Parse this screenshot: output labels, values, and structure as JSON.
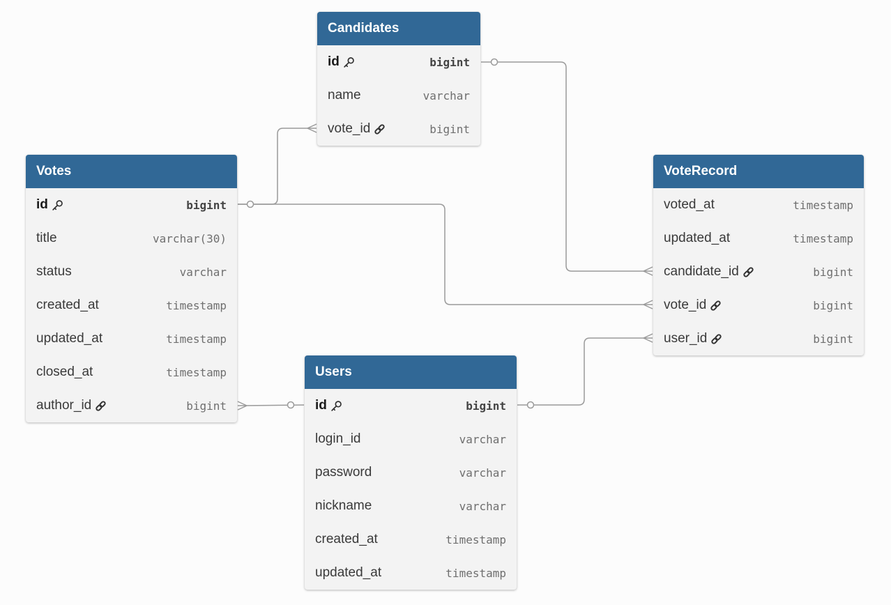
{
  "tables": [
    {
      "id": "candidates",
      "name": "Candidates",
      "fields": [
        {
          "name": "id",
          "type": "bigint",
          "icon": "key-icon",
          "pk": true
        },
        {
          "name": "name",
          "type": "varchar",
          "icon": "",
          "pk": false
        },
        {
          "name": "vote_id",
          "type": "bigint",
          "icon": "link-icon",
          "pk": false
        }
      ]
    },
    {
      "id": "votes",
      "name": "Votes",
      "fields": [
        {
          "name": "id",
          "type": "bigint",
          "icon": "key-icon",
          "pk": true
        },
        {
          "name": "title",
          "type": "varchar(30)",
          "icon": "",
          "pk": false
        },
        {
          "name": "status",
          "type": "varchar",
          "icon": "",
          "pk": false
        },
        {
          "name": "created_at",
          "type": "timestamp",
          "icon": "",
          "pk": false
        },
        {
          "name": "updated_at",
          "type": "timestamp",
          "icon": "",
          "pk": false
        },
        {
          "name": "closed_at",
          "type": "timestamp",
          "icon": "",
          "pk": false
        },
        {
          "name": "author_id",
          "type": "bigint",
          "icon": "link-icon",
          "pk": false
        }
      ]
    },
    {
      "id": "voterecord",
      "name": "VoteRecord",
      "fields": [
        {
          "name": "voted_at",
          "type": "timestamp",
          "icon": "",
          "pk": false
        },
        {
          "name": "updated_at",
          "type": "timestamp",
          "icon": "",
          "pk": false
        },
        {
          "name": "candidate_id",
          "type": "bigint",
          "icon": "link-icon",
          "pk": false
        },
        {
          "name": "vote_id",
          "type": "bigint",
          "icon": "link-icon",
          "pk": false
        },
        {
          "name": "user_id",
          "type": "bigint",
          "icon": "link-icon",
          "pk": false
        }
      ]
    },
    {
      "id": "users",
      "name": "Users",
      "fields": [
        {
          "name": "id",
          "type": "bigint",
          "icon": "key-icon",
          "pk": true
        },
        {
          "name": "login_id",
          "type": "varchar",
          "icon": "",
          "pk": false
        },
        {
          "name": "password",
          "type": "varchar",
          "icon": "",
          "pk": false
        },
        {
          "name": "nickname",
          "type": "varchar",
          "icon": "",
          "pk": false
        },
        {
          "name": "created_at",
          "type": "timestamp",
          "icon": "",
          "pk": false
        },
        {
          "name": "updated_at",
          "type": "timestamp",
          "icon": "",
          "pk": false
        }
      ]
    }
  ],
  "relations": [
    {
      "from": "candidates.id",
      "to": "voterecord.candidate_id",
      "from_end": "one",
      "to_end": "many"
    },
    {
      "from": "votes.id",
      "to": "candidates.vote_id",
      "from_end": "one",
      "to_end": "many"
    },
    {
      "from": "votes.id",
      "to": "voterecord.vote_id",
      "from_end": "one",
      "to_end": "many"
    },
    {
      "from": "users.id",
      "to": "votes.author_id",
      "from_end": "one",
      "to_end": "many"
    },
    {
      "from": "users.id",
      "to": "voterecord.user_id",
      "from_end": "one",
      "to_end": "many"
    }
  ],
  "colors": {
    "header": "#316896",
    "body": "#f3f3f3",
    "line": "#9a9a9a"
  }
}
